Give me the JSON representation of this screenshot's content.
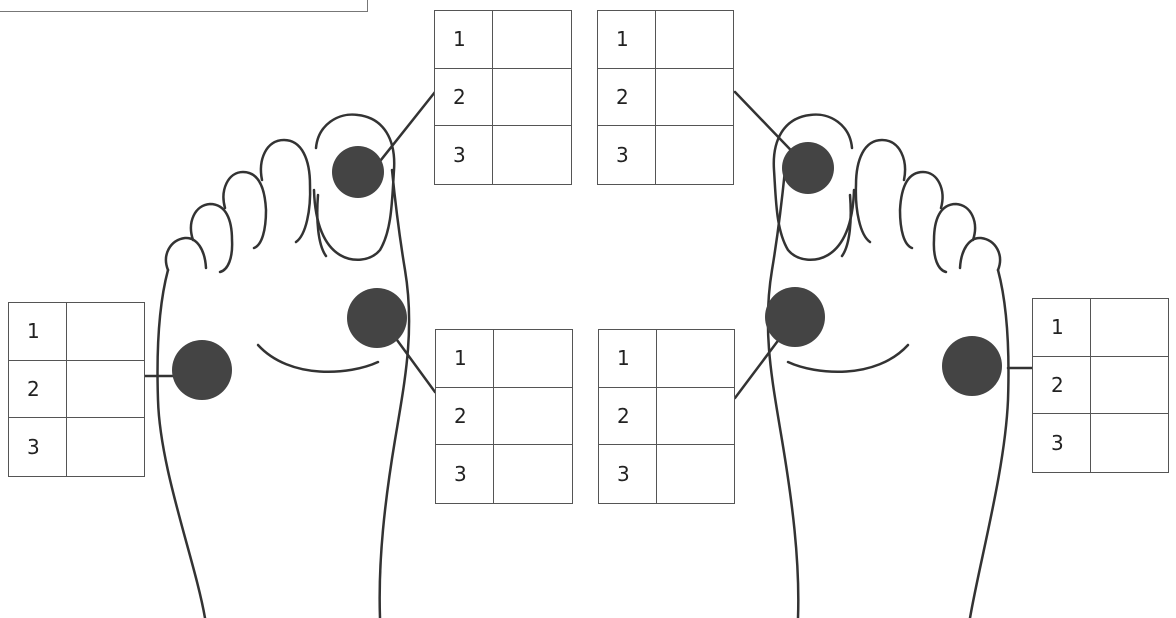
{
  "colors": {
    "outline": "#333333",
    "point_fill": "#444444",
    "grid_line": "#555555",
    "background": "#ffffff"
  },
  "grids": [
    {
      "id": "left-foot-big-toe",
      "rows": [
        {
          "number": "1",
          "value": ""
        },
        {
          "number": "2",
          "value": ""
        },
        {
          "number": "3",
          "value": ""
        }
      ]
    },
    {
      "id": "right-foot-big-toe",
      "rows": [
        {
          "number": "1",
          "value": ""
        },
        {
          "number": "2",
          "value": ""
        },
        {
          "number": "3",
          "value": ""
        }
      ]
    },
    {
      "id": "left-foot-ball",
      "rows": [
        {
          "number": "1",
          "value": ""
        },
        {
          "number": "2",
          "value": ""
        },
        {
          "number": "3",
          "value": ""
        }
      ]
    },
    {
      "id": "right-foot-ball",
      "rows": [
        {
          "number": "1",
          "value": ""
        },
        {
          "number": "2",
          "value": ""
        },
        {
          "number": "3",
          "value": ""
        }
      ]
    },
    {
      "id": "left-foot-outer",
      "rows": [
        {
          "number": "1",
          "value": ""
        },
        {
          "number": "2",
          "value": ""
        },
        {
          "number": "3",
          "value": ""
        }
      ]
    },
    {
      "id": "right-foot-outer",
      "rows": [
        {
          "number": "1",
          "value": ""
        },
        {
          "number": "2",
          "value": ""
        },
        {
          "number": "3",
          "value": ""
        }
      ]
    }
  ]
}
